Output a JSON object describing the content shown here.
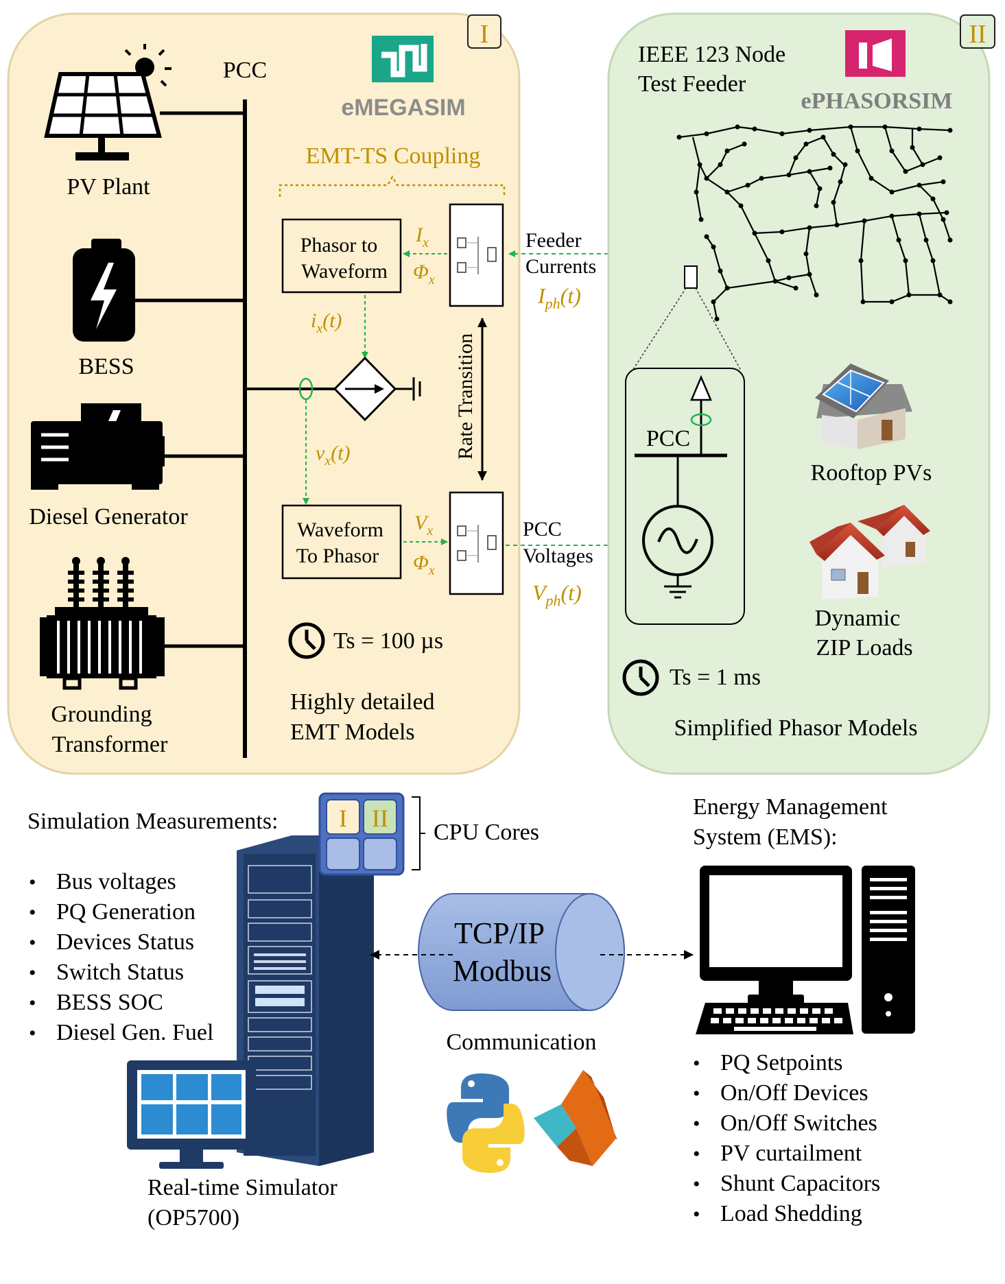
{
  "panel1": {
    "badge": "I",
    "logo_text": "eMEGASIM",
    "pcc_label": "PCC",
    "sources": [
      "PV Plant",
      "BESS",
      "Diesel Generator"
    ],
    "grounding": [
      "Grounding",
      "Transformer"
    ],
    "coupling_title": "EMT-TS Coupling",
    "phasor_to_waveform": [
      "Phasor to",
      "Waveform"
    ],
    "waveform_to_phasor": [
      "Waveform",
      "To Phasor"
    ],
    "ix_mag": "I",
    "ix_sub": "x",
    "phi_sym": "Φ",
    "phi_sub": "x",
    "vx_mag": "V",
    "vx_sub": "x",
    "ix_t": "i",
    "ix_t_sub": "x",
    "ix_t_arg": "(t)",
    "vx_t": "v",
    "vx_t_sub": "x",
    "vx_t_arg": "(t)",
    "rate_transition": "Rate Transition",
    "ts": "Ts = 100 µs",
    "models": [
      "Highly detailed",
      "EMT Models"
    ]
  },
  "links": {
    "feeder_currents": [
      "Feeder",
      "Currents"
    ],
    "iph": "I",
    "iph_sub": "ph",
    "iph_arg": "(t)",
    "pcc_voltages": [
      "PCC",
      "Voltages"
    ],
    "vph": "V",
    "vph_sub": "ph",
    "vph_arg": "(t)"
  },
  "panel2": {
    "badge": "II",
    "title": [
      "IEEE 123 Node",
      "Test Feeder"
    ],
    "logo_text": "ePHASORSIM",
    "pcc_label": "PCC",
    "rooftop": "Rooftop PVs",
    "zip": [
      "Dynamic",
      "ZIP Loads"
    ],
    "ts": "Ts = 1 ms",
    "models": "Simplified Phasor Models"
  },
  "measurements": {
    "title": "Simulation Measurements:",
    "items": [
      "Bus voltages",
      "PQ Generation",
      "Devices Status",
      "Switch Status",
      "BESS SOC",
      "Diesel Gen. Fuel"
    ]
  },
  "cpu": {
    "label": "CPU Cores",
    "cores": [
      "I",
      "II"
    ]
  },
  "simulator": [
    "Real-time Simulator",
    "(OP5700)"
  ],
  "comm": {
    "protocol": [
      "TCP/IP",
      "Modbus"
    ],
    "label": "Communication"
  },
  "ems": {
    "title": [
      "Energy Management",
      "System (EMS):"
    ],
    "items": [
      "PQ Setpoints",
      "On/Off Devices",
      "On/Off Switches",
      "PV curtailment",
      "Shunt Capacitors",
      "Load Shedding"
    ]
  },
  "colors": {
    "panel1_fill": "#FDF0D0",
    "panel2_fill": "#E2EFD9",
    "gold_text": "#BF8F00",
    "green_link": "#22B14C",
    "rack_blue": "#1F3A64",
    "cylinder_blue": "#8EA9DB",
    "emegasim_green": "#1BA68A",
    "ephasorsim_pink": "#D6246E"
  }
}
